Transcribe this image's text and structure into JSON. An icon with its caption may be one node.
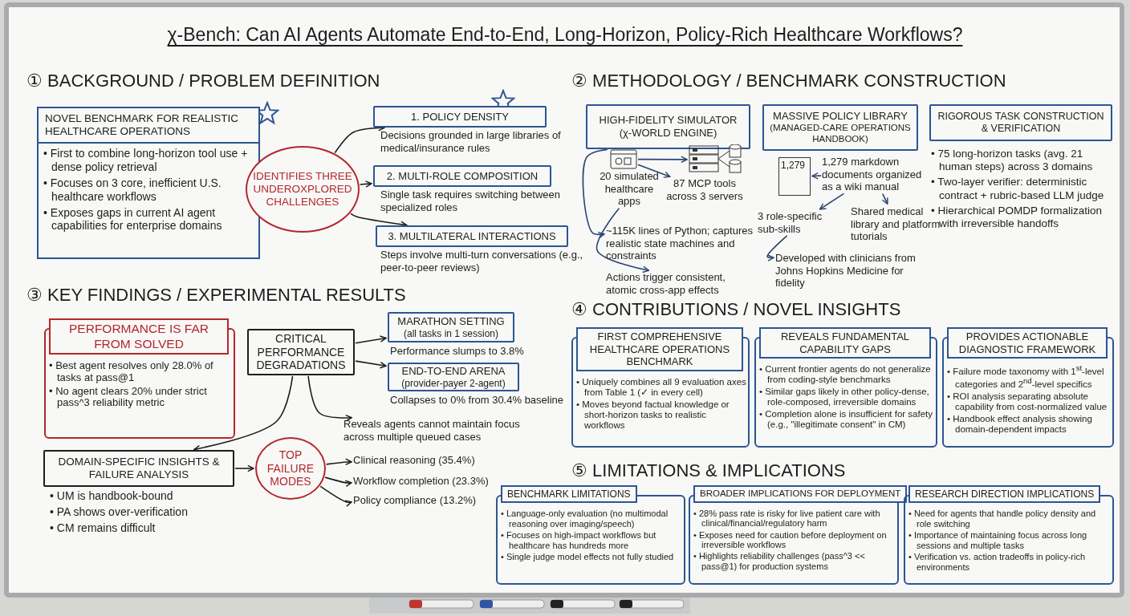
{
  "diagram": {
    "title": "χ-Bench: Can AI Agents Automate End-to-End, Long-Horizon, Policy-Rich Healthcare Workflows?",
    "nodes": [
      {
        "text": [
          "NOVEL BENCHMARK FOR REALISTIC HEALTHCARE OPERATIONS",
          "• First to combine long-horizon tool use + dense policy retrieval",
          "• Focuses on 3 core, inefficient U.S. healthcare workflows",
          "• Exposes gaps in current AI agent capabilities for enterprise domains"
        ]
      },
      {
        "text": [
          "IDENTIFIES THREE UNDEROXPLORED CHALLENGES"
        ]
      },
      {
        "text": [
          "1. POLICY DENSITY"
        ],
        "beside": [
          "Decisions grounded in large libraries of medical/insurance rules"
        ]
      },
      {
        "text": [
          "2. MULTI-ROLE COMPOSITION"
        ],
        "beside": [
          "Single task requires switching between specialized roles"
        ]
      },
      {
        "text": [
          "3. MULTILATERAL INTERACTIONS"
        ],
        "beside": [
          "Steps involve multi-turn conversations (e.g., peer-to-peer reviews)"
        ]
      },
      {
        "text": [
          "HIGH-FIDELITY SIMULATOR",
          "(χ-WORLD ENGINE)"
        ]
      },
      {
        "text": [],
        "shape": "picture"
      },
      {
        "text": [
          "20 simulated healthcare apps"
        ]
      },
      {
        "text": [],
        "shape": "picture"
      },
      {
        "text": [
          "87 MCP tools across 3 servers"
        ]
      },
      {
        "text": [
          "~115K lines of Python; captures realistic state machines and constraints"
        ]
      },
      {
        "text": [
          "Actions trigger consistent, atomic cross-app effects"
        ]
      },
      {
        "text": [
          "MASSIVE POLICY LIBRARY",
          "(MANAGED-CARE OPERATIONS HANDBOOK)"
        ]
      },
      {
        "text": [
          "1,279"
        ]
      },
      {
        "text": [
          "1,279 markdown documents organized as a wiki manual"
        ]
      },
      {
        "text": [
          "3 role-specific sub-skills"
        ]
      },
      {
        "text": [
          "Shared medical library and platform tutorials"
        ]
      },
      {
        "text": [
          "Developed with clinicians from Johns Hopkins Medicine for fidelity"
        ]
      },
      {
        "text": [
          "RIGOROUS TASK CONSTRUCTION & VERIFICATION"
        ],
        "beside": [
          "• 75 long-horizon tasks (avg. 21 human steps) across 3 domains",
          "• Two-layer verifier: deterministic contract + rubric-based LLM judge",
          "• Hierarchical POMDP formalization with irreversible handoffs"
        ]
      },
      {
        "text": [
          "PERFORMANCE IS FAR FROM SOLVED",
          "• Best agent resolves only 28.0% of tasks at pass@1",
          "• No agent clears 20% under strict pass^3 reliability metric"
        ]
      },
      {
        "text": [
          "CRITICAL PERFORMANCE DEGRADATIONS"
        ]
      },
      {
        "text": [
          "MARATHON SETTING",
          "(all tasks in 1 session)"
        ],
        "beside": [
          "Performance slumps to 3.8%"
        ]
      },
      {
        "text": [
          "END-TO-END ARENA",
          "(provider-payer 2-agent)"
        ],
        "beside": [
          "Collapses to 0% from 30.4% baseline"
        ]
      },
      {
        "text": [
          "Reveals agents cannot maintain focus across multiple queued cases"
        ]
      },
      {
        "text": [
          "DOMAIN-SPECIFIC INSIGHTS & FAILURE ANALYSIS"
        ],
        "beside": [
          "• UM is handbook-bound",
          "• PA shows over-verification",
          "• CM remains difficult"
        ]
      },
      {
        "text": [
          "TOP FAILURE MODES"
        ]
      },
      {
        "text": [
          "Clinical reasoning (35.4%)"
        ]
      },
      {
        "text": [
          "Workflow completion (23.3%)"
        ]
      },
      {
        "text": [
          "Policy compliance (13.2%)"
        ]
      },
      {
        "text": [
          "FIRST COMPREHENSIVE HEALTHCARE OPERATIONS BENCHMARK",
          "• Uniquely combines all 9 evaluation axes from Table 1 (✓ in every cell)",
          "• Moves beyond factual knowledge or short-horizon tasks to realistic workflows"
        ]
      },
      {
        "text": [
          "REVEALS FUNDAMENTAL CAPABILITY GAPS",
          "• Current frontier agents do not generalize from coding-style benchmarks",
          "• Similar gaps likely in other policy-dense, role-composed, irreversible domains",
          "• Completion alone is insufficient for safety (e.g., \"illegitimate consent\" in CM)"
        ]
      },
      {
        "text": [
          "PROVIDES ACTIONABLE DIAGNOSTIC FRAMEWORK",
          "• Failure mode taxonomy with 1$^{st}$-level categories and 2$^{nd}$-level specifics",
          "• ROI analysis separating absolute capability from cost-normalized value",
          "• Handbook effect analysis showing domain-dependent impacts"
        ]
      },
      {
        "text": [
          "BENCHMARK LIMITATIONS",
          "• Language-only evaluation (no multimodal reasoning over imaging/speech)",
          "• Focuses on high-impact workflows but healthcare has hundreds more",
          "• Single judge model effects not fully studied"
        ]
      },
      {
        "text": [
          "BROADER IMPLICATIONS FOR DEPLOYMENT",
          "• 28% pass rate is risky for live patient care with clinical/financial/regulatory harm",
          "• Exposes need for caution before deployment on irreversible workflows",
          "• Highlights reliability challenges (pass^3 << pass@1) for production systems"
        ]
      },
      {
        "text": [
          "RESEARCH DIRECTION IMPLICATIONS",
          "• Need for agents that handle policy density and role switching",
          "• Importance of maintaining focus across long sessions and multiple tasks",
          "• Verification vs. action tradeoffs in policy-rich environments"
        ]
      }
    ],
    "edges": [
      {
        "from": 1,
        "to": 2,
        "arrow": "to"
      },
      {
        "from": 1,
        "to": 3,
        "arrow": "to"
      },
      {
        "from": 1,
        "to": 4,
        "arrow": "to"
      },
      {
        "from": 6,
        "to": 8,
        "arrow": "to",
        "color": "#2b4570"
      },
      {
        "from": 6,
        "to": 9,
        "arrow": "to",
        "color": "#2b4570"
      },
      {
        "from": 5,
        "to": 10,
        "arrow": "to",
        "color": "#2b4570"
      },
      {
        "from": 7,
        "to": 11,
        "arrow": "to",
        "color": "#2b4570"
      },
      {
        "from": 14,
        "to": 13,
        "arrow": "to",
        "color": "#2b4570"
      },
      {
        "from": 14,
        "to": 15,
        "arrow": "to",
        "color": "#2b4570"
      },
      {
        "from": 14,
        "to": 16,
        "arrow": "to",
        "color": "#2b4570"
      },
      {
        "from": 15,
        "to": 17,
        "arrow": "to",
        "color": "#2b4570"
      },
      {
        "from": 20,
        "to": 21,
        "arrow": "to"
      },
      {
        "from": 20,
        "to": 22,
        "arrow": "to"
      },
      {
        "from": 20,
        "to": 23,
        "arrow": "to"
      },
      {
        "from": 20,
        "to": 24,
        "arrow": "to"
      },
      {
        "from": 24,
        "to": 25,
        "arrow": "to"
      },
      {
        "from": 25,
        "to": 26,
        "arrow": "to"
      },
      {
        "from": 25,
        "to": 27,
        "arrow": "to"
      },
      {
        "from": 25,
        "to": 28,
        "arrow": "to"
      }
    ],
    "labels": [
      "① BACKGROUND / PROBLEM DEFINITION",
      "② METHODOLOGY / BENCHMARK CONSTRUCTION",
      "③ KEY FINDINGS / EXPERIMENTAL RESULTS",
      "④ CONTRIBUTIONS / NOVEL INSIGHTS",
      "⑤ LIMITATIONS & IMPLICATIONS"
    ]
  }
}
